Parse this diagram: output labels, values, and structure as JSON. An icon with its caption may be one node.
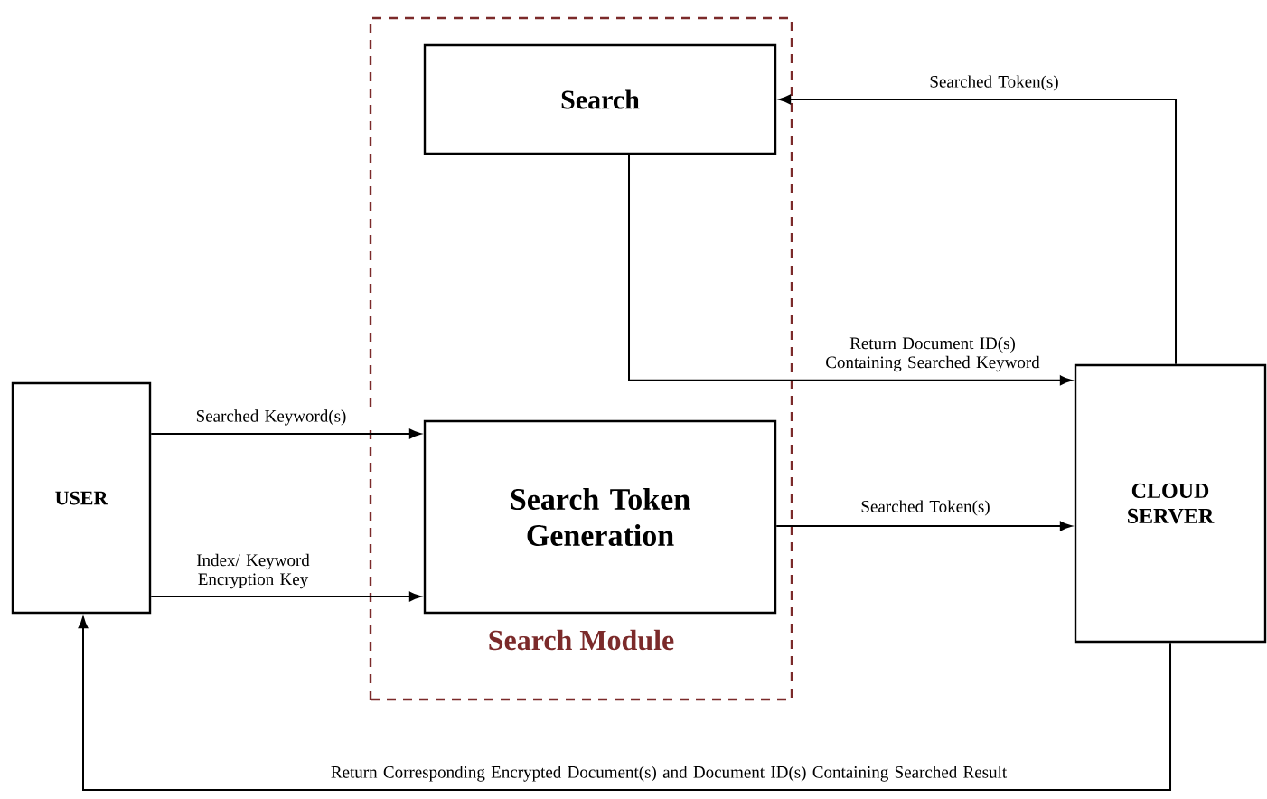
{
  "diagram": {
    "nodes": [
      {
        "text": [
          "Search Module"
        ]
      },
      {
        "text": [
          "Search"
        ],
        "in": 0
      },
      {
        "text": [
          "Search Token Generation"
        ],
        "in": 0
      },
      {
        "text": [
          "USER"
        ]
      },
      {
        "text": [
          "CLOUD SERVER"
        ]
      }
    ],
    "edges": [
      {
        "from": 4,
        "to": 1,
        "arrow": "to",
        "label": "Searched Token(s)"
      },
      {
        "from": 1,
        "to": 4,
        "arrow": "to",
        "label": "Return Document ID(s) Containing Searched Keyword"
      },
      {
        "from": 3,
        "to": 2,
        "arrow": "to",
        "label": "Searched Keyword(s)"
      },
      {
        "from": 3,
        "to": 2,
        "arrow": "to",
        "label": "Index/ Keyword Encryption Key"
      },
      {
        "from": 2,
        "to": 4,
        "arrow": "to",
        "label": "Searched Token(s)"
      },
      {
        "from": 4,
        "to": 3,
        "arrow": "to",
        "label": "Return Corresponding Encrypted Document(s) and Document ID(s) Containing Searched Result"
      }
    ]
  }
}
